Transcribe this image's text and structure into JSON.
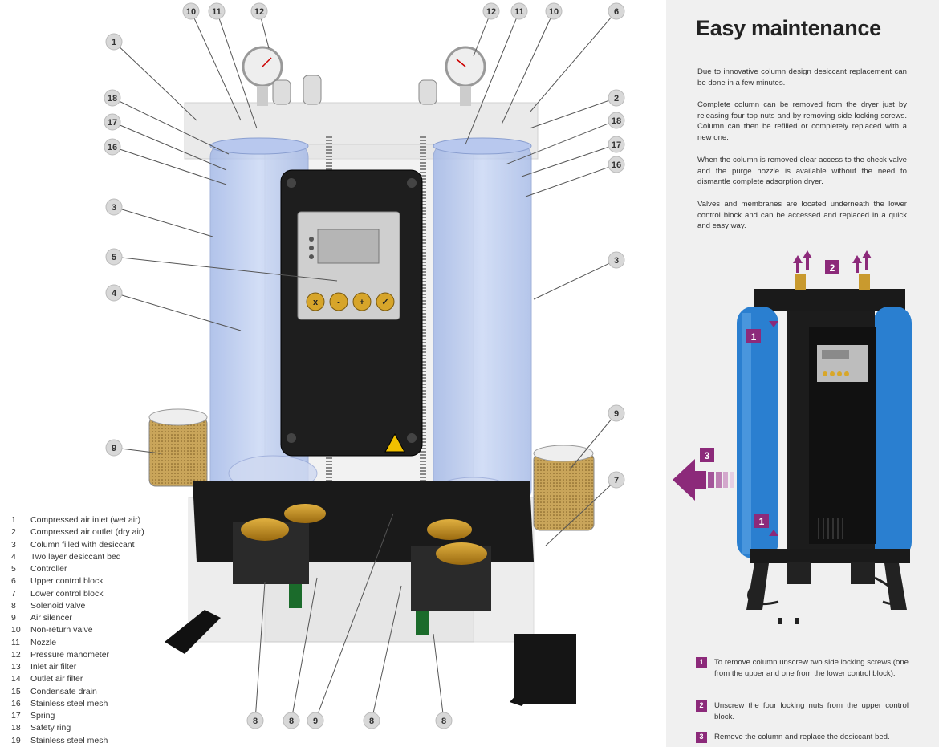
{
  "diagram": {
    "callouts": [
      "1",
      "2",
      "3",
      "4",
      "5",
      "6",
      "8",
      "9",
      "10",
      "11",
      "12",
      "16",
      "17",
      "18"
    ],
    "controller_buttons": [
      "x",
      "-",
      "+",
      "✓"
    ],
    "warning_symbol": "warning-lightning-icon"
  },
  "legend": [
    {
      "num": "1",
      "text": "Compressed air inlet (wet air)"
    },
    {
      "num": "2",
      "text": "Compressed air outlet (dry air)"
    },
    {
      "num": "3",
      "text": "Column filled with desiccant"
    },
    {
      "num": "4",
      "text": "Two layer desiccant bed"
    },
    {
      "num": "5",
      "text": "Controller"
    },
    {
      "num": "6",
      "text": "Upper control block"
    },
    {
      "num": "7",
      "text": "Lower control block"
    },
    {
      "num": "8",
      "text": "Solenoid valve"
    },
    {
      "num": "9",
      "text": "Air silencer"
    },
    {
      "num": "10",
      "text": "Non-return valve"
    },
    {
      "num": "11",
      "text": "Nozzle"
    },
    {
      "num": "12",
      "text": "Pressure manometer"
    },
    {
      "num": "13",
      "text": "Inlet air filter"
    },
    {
      "num": "14",
      "text": "Outlet air filter"
    },
    {
      "num": "15",
      "text": "Condensate drain"
    },
    {
      "num": "16",
      "text": "Stainless steel mesh"
    },
    {
      "num": "17",
      "text": "Spring"
    },
    {
      "num": "18",
      "text": "Safety ring"
    },
    {
      "num": "19",
      "text": "Stainless steel mesh"
    }
  ],
  "panel": {
    "title": "Easy maintenance",
    "paragraphs": [
      "Due to innovative column design desiccant replacement can be done in a few minutes.",
      "Complete column can be removed from the dryer just by releasing four top nuts and by removing side locking screws. Column can then be refilled or completely replaced with a new one.",
      "When the column is removed clear access to the check valve and the purge nozzle is available without the need to dismantle complete adsorption dryer.",
      "Valves and membranes are located underneath the lower control block and can be accessed and replaced in a quick and easy way."
    ],
    "steps": [
      {
        "num": "1",
        "text": "To remove column unscrew two side locking screws (one from the upper and one from the lower control block)."
      },
      {
        "num": "2",
        "text": "Unscrew the four locking nuts from the upper control block."
      },
      {
        "num": "3",
        "text": "Remove the column and replace the desiccant bed."
      }
    ],
    "colors": {
      "accent": "#8c2a7a",
      "column_blue": "#2a7fd0",
      "panel_bg": "#f0f0f0"
    }
  }
}
